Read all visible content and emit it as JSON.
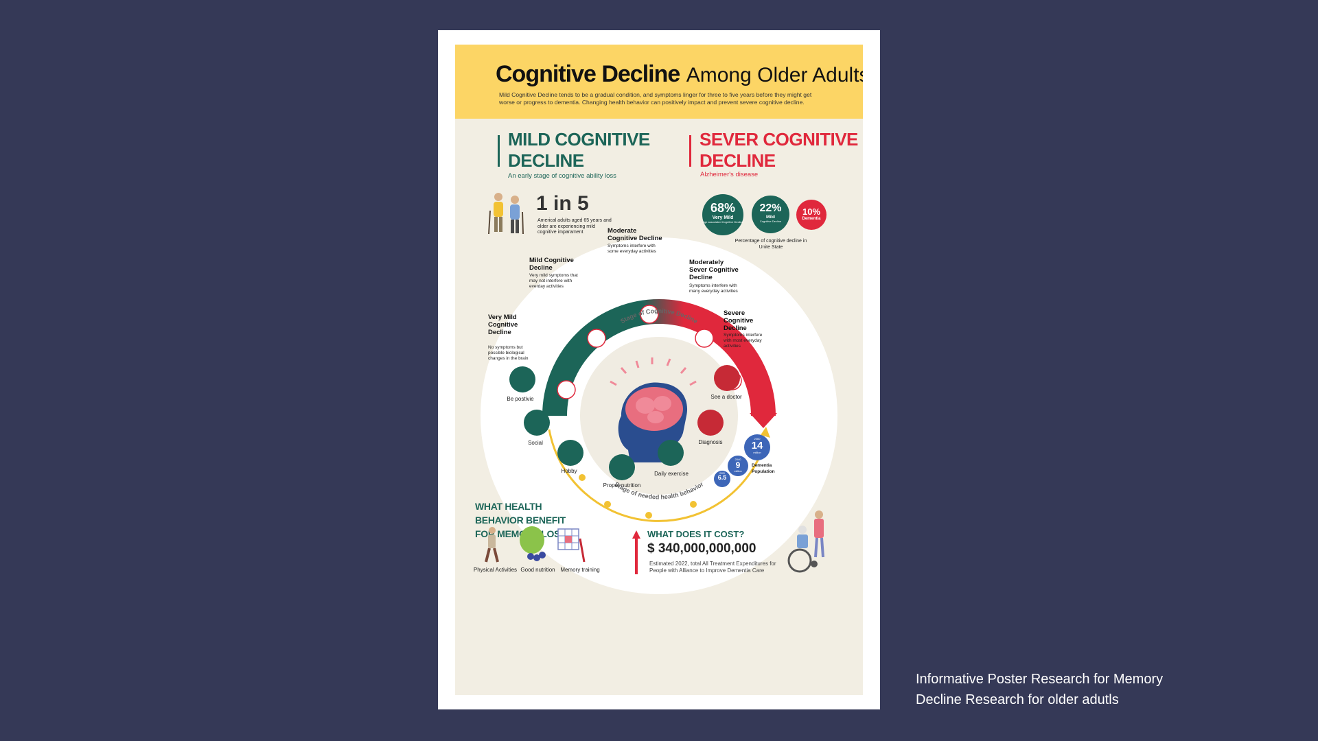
{
  "header": {
    "title_bold": "Cognitive Decline",
    "title_rest": "Among Older Adults",
    "intro": "Mild Cognitive Decline tends to be a gradual condition, and symptoms linger for three to five years before they might get worse or progress to dementia. Changing health behavior can positively impact and prevent severe cognitive decline."
  },
  "mild": {
    "title_line1": "MILD COGNITIVE",
    "title_line2": "DECLINE",
    "subtitle": "An early stage of cognitive ability loss",
    "stat": "1 in 5",
    "stat_desc": "Americal adults aged 65 years and older are experiencing mild cognitive imparament"
  },
  "severe": {
    "title_line1": "SEVER COGNITIVE",
    "title_line2": "DECLINE",
    "subtitle": "Alzheimer's disease",
    "pct_caption": "Percentage of cognitive decline in Unite State",
    "percentages": [
      {
        "value": "68%",
        "label": "Very Mild",
        "sub": "Age associated Cognitive Decline",
        "color": "#1c6558"
      },
      {
        "value": "22%",
        "label": "Mild",
        "sub": "Cognitive Decline",
        "color": "#1c6558"
      },
      {
        "value": "10%",
        "label": "Dementia",
        "sub": "",
        "color": "#e0283c"
      }
    ]
  },
  "stages": {
    "arc_label": "Stage of Cognitive Decline",
    "items": [
      {
        "title": "Very Mild Cognitive Decline",
        "desc": "No symptoms but possible biological changes in the brain"
      },
      {
        "title": "Mild Cognitive Decline",
        "desc": "Very mild symptoms that may not interfere with everday activities"
      },
      {
        "title": "Moderate Cognitive Decline",
        "desc": "Symptoms interfere with some everyday activities"
      },
      {
        "title": "Moderately Sever Cognitive Decline",
        "desc": "Symptoms interfere with many everyday activities"
      },
      {
        "title": "Severe Cognitive Decline",
        "desc": "Symptoms interfere with most everyday activities"
      }
    ]
  },
  "behaviors": {
    "arc_label": "Stage of needed health behavior",
    "items": [
      "Be postivie",
      "Social",
      "Hobby",
      "Proper nutrition",
      "Daily exercise",
      "Diagnosis",
      "See a doctor"
    ]
  },
  "dementia": {
    "label": "Dementia Population",
    "bubbles": [
      {
        "year": "2060",
        "value": "14",
        "unit": "million"
      },
      {
        "year": "2040",
        "value": "9",
        "unit": "million"
      },
      {
        "year": "2020",
        "value": "6.5",
        "unit": ""
      }
    ]
  },
  "health": {
    "question": "WHAT HEALTH BEHAVIOR BENEFIT FOR MEMORY LOSS?",
    "items": [
      "Physical Activities",
      "Good nutrition",
      "Memory training"
    ]
  },
  "cost": {
    "title": "WHAT DOES IT COST?",
    "value": "$ 340,000,000,000",
    "note": "Estimated 2022, total All Treatment Expenditures for People with Alliance to Improve Dementia Care"
  },
  "caption": "Informative Poster Research for Memory Decline Research for older adutls",
  "colors": {
    "background": "#353957",
    "green": "#1c6558",
    "red": "#e0283c",
    "yellow": "#fcd565"
  }
}
